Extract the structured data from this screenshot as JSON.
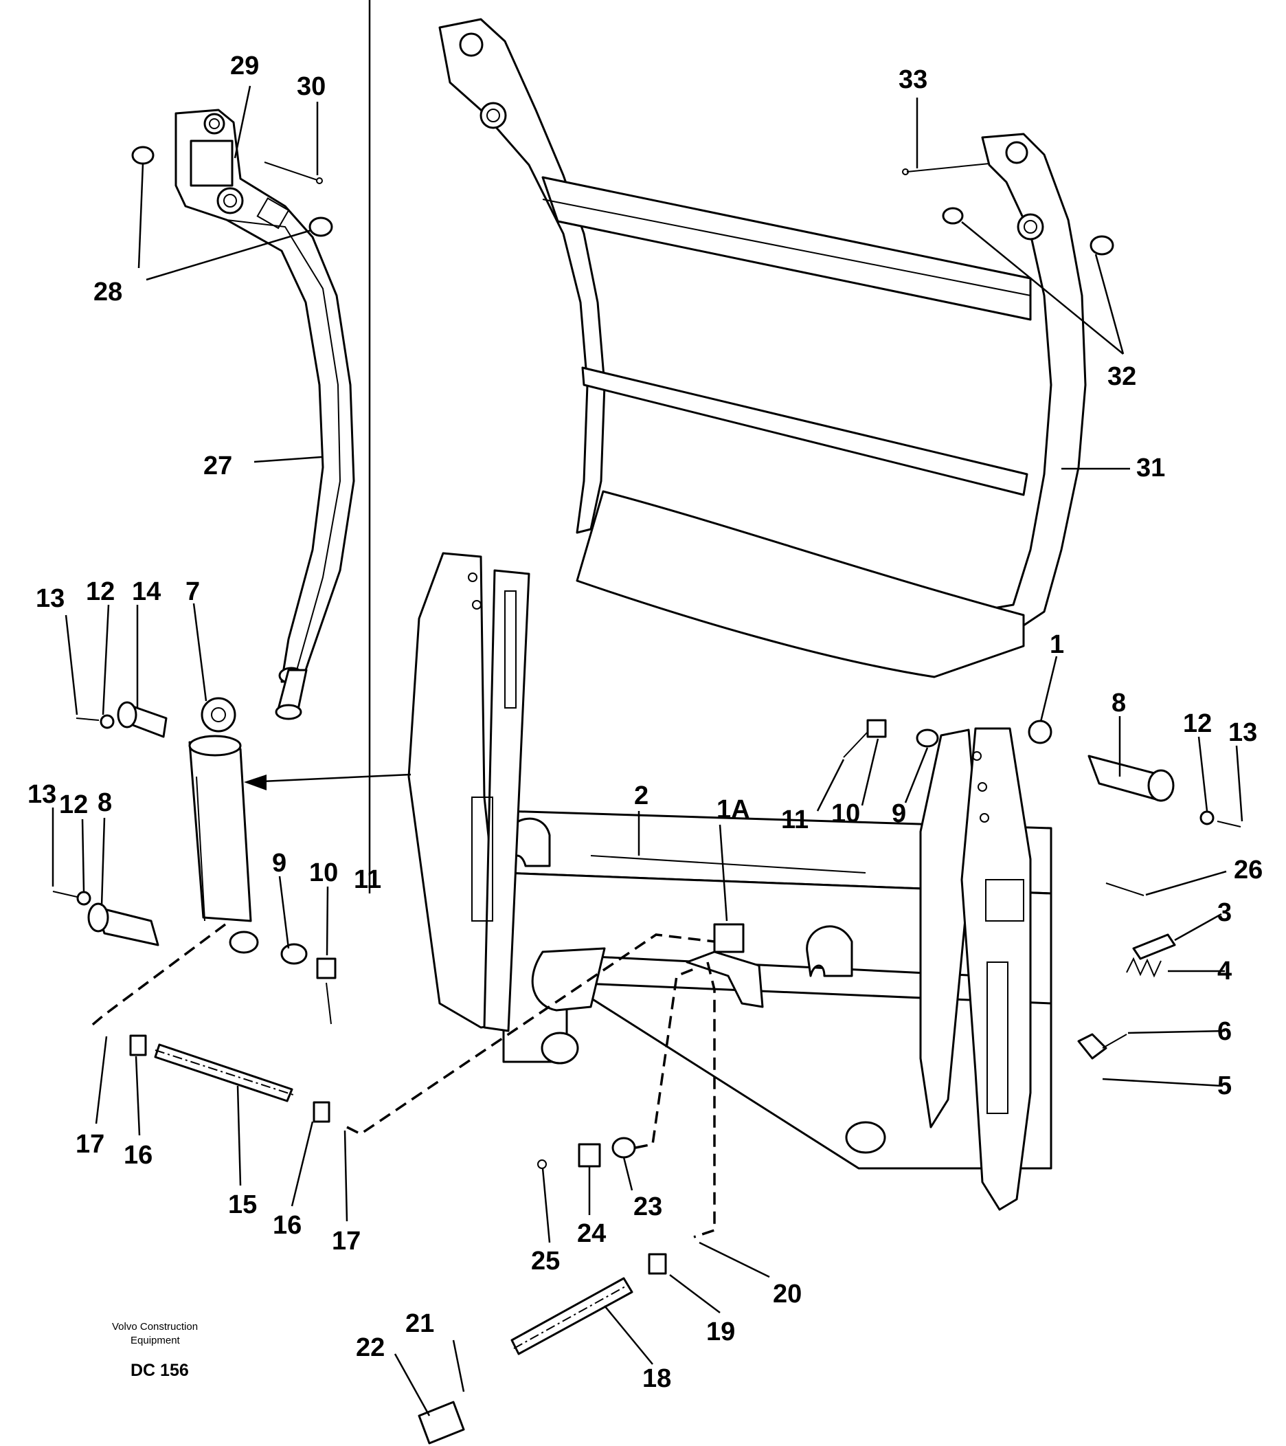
{
  "labels": {
    "l1": "1",
    "l1a": "1A",
    "l2": "2",
    "l3": "3",
    "l4": "4",
    "l5": "5",
    "l6": "6",
    "l7": "7",
    "l8a": "8",
    "l8b": "8",
    "l9a": "9",
    "l9b": "9",
    "l10a": "10",
    "l10b": "10",
    "l11a": "11",
    "l11b": "11",
    "l12a": "12",
    "l12b": "12",
    "l12c": "12",
    "l13a": "13",
    "l13b": "13",
    "l13c": "13",
    "l14": "14",
    "l15": "15",
    "l16a": "16",
    "l16b": "16",
    "l17a": "17",
    "l17b": "17",
    "l18": "18",
    "l19": "19",
    "l20": "20",
    "l21": "21",
    "l22": "22",
    "l23": "23",
    "l24": "24",
    "l25": "25",
    "l26": "26",
    "l27": "27",
    "l28": "28",
    "l29": "29",
    "l30": "30",
    "l31": "31",
    "l32": "32",
    "l33": "33"
  },
  "caption": {
    "company_line1": "Volvo Construction",
    "company_line2": "Equipment",
    "code": "DC 156"
  }
}
